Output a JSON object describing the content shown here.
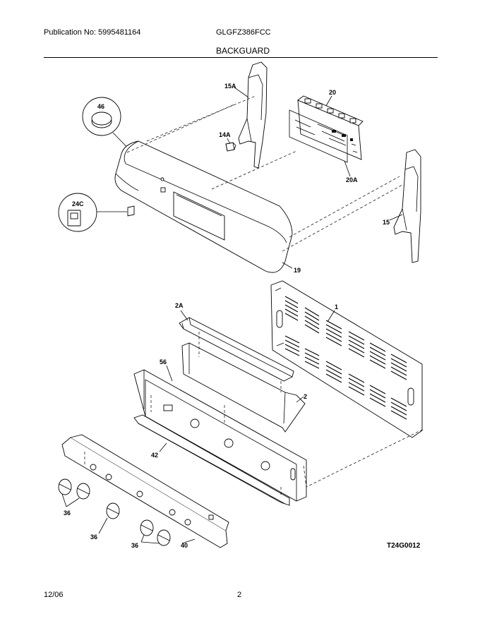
{
  "header": {
    "publication": "Publication No: 5995481164",
    "model": "GLGFZ386FCC",
    "section": "BACKGUARD"
  },
  "footer": {
    "date": "12/06",
    "page": "2"
  },
  "diagram": {
    "code": "T24G0012",
    "callouts": {
      "c46": "46",
      "c15A": "15A",
      "c20": "20",
      "c14A": "14A",
      "c20A": "20A",
      "c24C": "24C",
      "c15": "15",
      "c19": "19",
      "c2A": "2A",
      "c1": "1",
      "c56": "56",
      "c2": "2",
      "c42": "42",
      "c36a": "36",
      "c36b": "36",
      "c36c": "36",
      "c40": "40"
    }
  }
}
